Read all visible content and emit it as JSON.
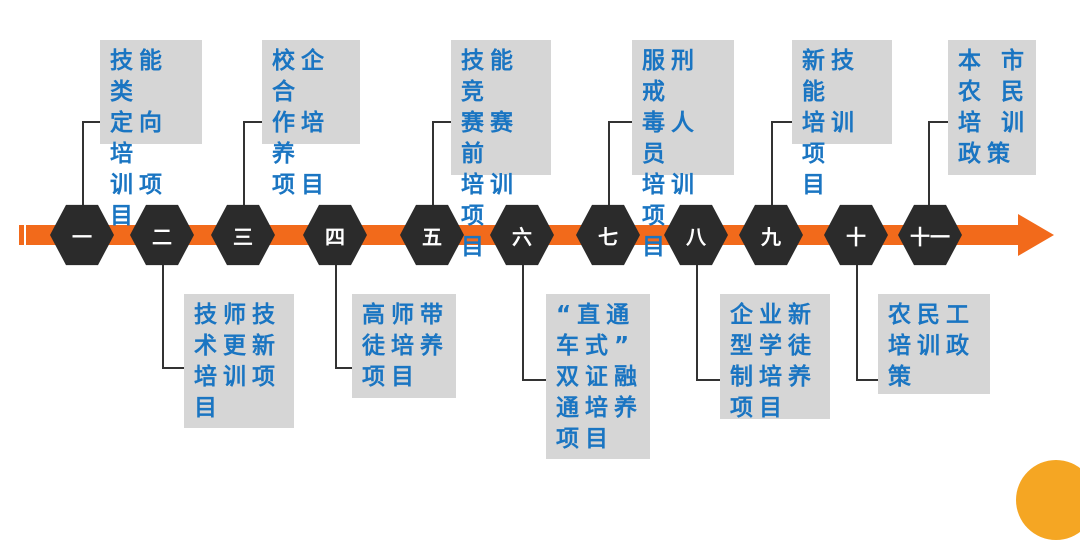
{
  "timeline": {
    "nodes": [
      {
        "label": "一"
      },
      {
        "label": "二"
      },
      {
        "label": "三"
      },
      {
        "label": "四"
      },
      {
        "label": "五"
      },
      {
        "label": "六"
      },
      {
        "label": "七"
      },
      {
        "label": "八"
      },
      {
        "label": "九"
      },
      {
        "label": "十"
      },
      {
        "label": "十一"
      }
    ]
  },
  "boxes": {
    "b1": "技能类\n定向培\n训项目",
    "b2": "技师技\n术更新\n培训项\n目",
    "b3": "校企合\n作培养\n项目",
    "b4": "高师带\n徒培养\n项目",
    "b5": "技能竞\n赛赛前\n培训项\n目",
    "b6": "“直通\n车式”\n双证融\n通培养\n项目",
    "b7": "服刑戒\n毒人员\n培训项\n目",
    "b8": "企业新\n型学徒\n制培养\n项目",
    "b9": "新技能\n培训项\n目",
    "b10": "农民工\n培训政\n策",
    "b11": "本 市\n农 民\n培 训\n政策"
  },
  "colors": {
    "accent": "#f26a1b",
    "node": "#2b2b2b",
    "box_bg": "#d6d6d6",
    "box_text": "#1a75c2"
  }
}
